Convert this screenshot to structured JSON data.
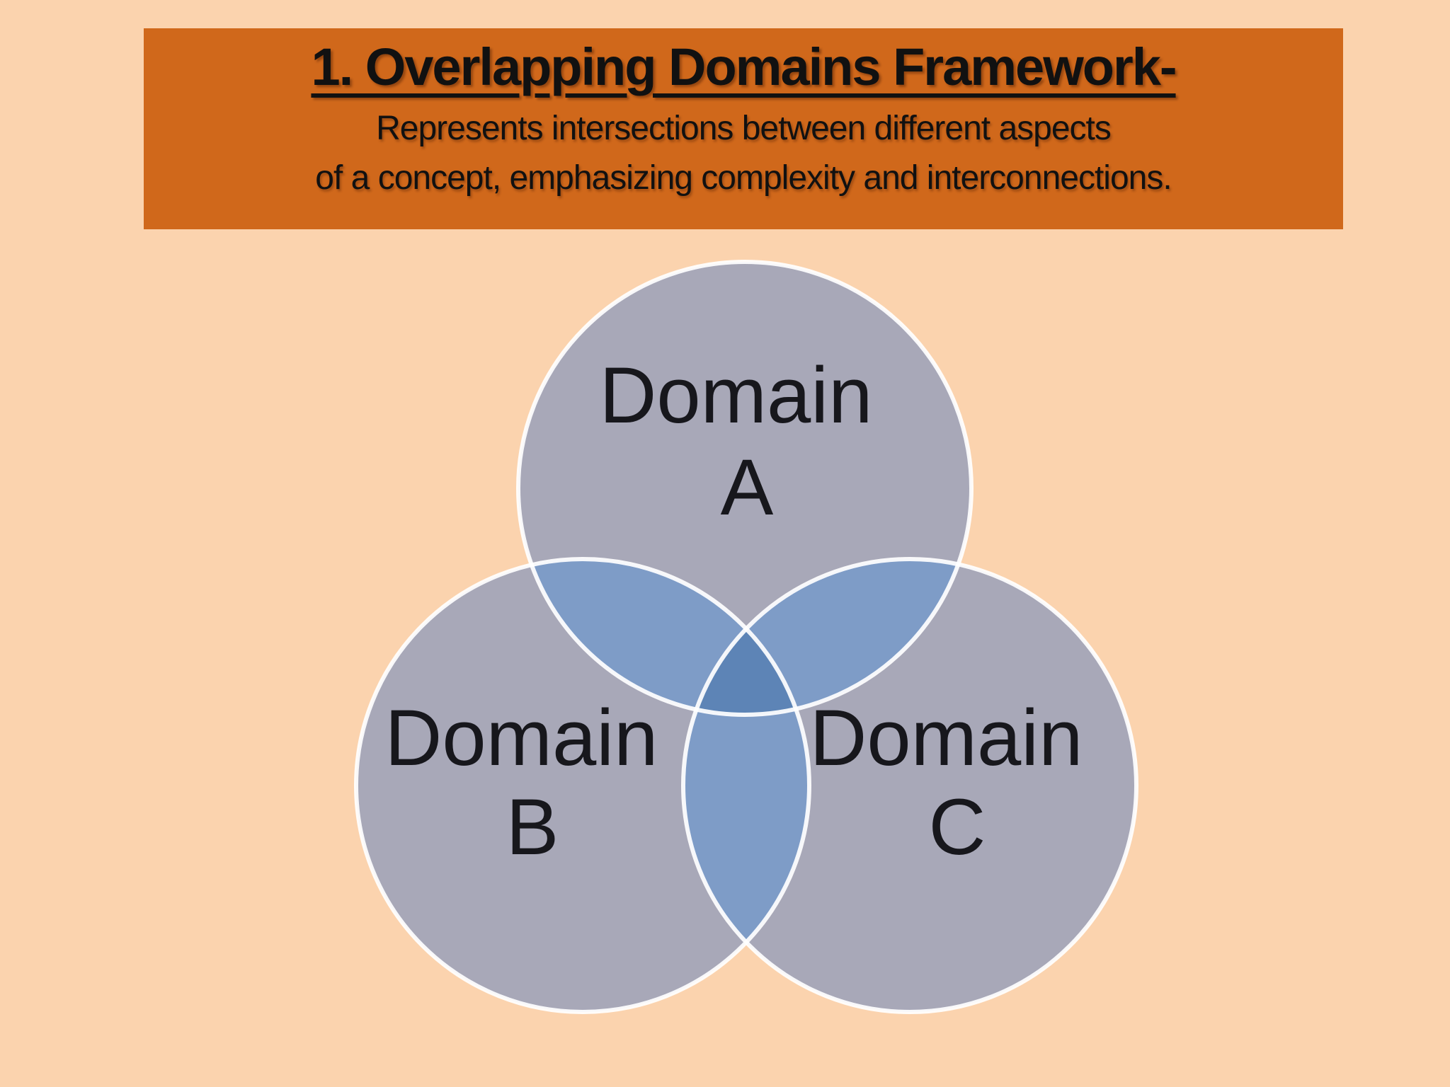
{
  "header": {
    "title": "1. Overlapping Domains Framework-",
    "subtitle_line1": "Represents intersections between different aspects",
    "subtitle_line2": "of a concept, emphasizing complexity and interconnections."
  },
  "venn": {
    "domains": [
      {
        "id": "A",
        "word": "Domain",
        "letter": "A"
      },
      {
        "id": "B",
        "word": "Domain",
        "letter": "B"
      },
      {
        "id": "C",
        "word": "Domain",
        "letter": "C"
      }
    ]
  },
  "colors": {
    "background": "#FBD3AE",
    "header_background": "#D0681B",
    "text": "#111111",
    "circle_fill": "#A8A8B8",
    "circle_border": "#FFFFFF",
    "overlap_two": "#7E9CC7",
    "overlap_center": "#5D84B6"
  }
}
